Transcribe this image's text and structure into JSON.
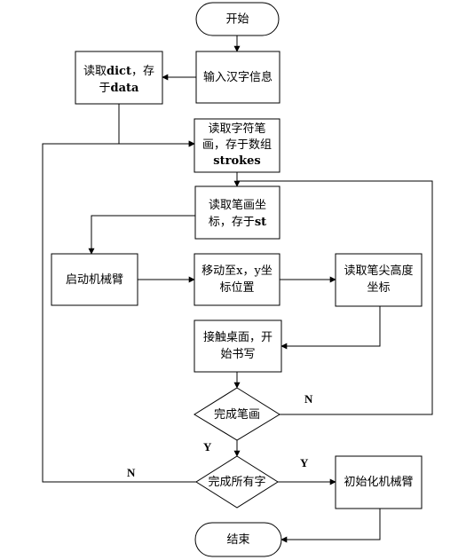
{
  "nodes": {
    "start": {
      "lines": [
        "开始"
      ]
    },
    "input_hanzi": {
      "lines": [
        "输入汉字信息"
      ]
    },
    "read_dict": {
      "lines": [
        [
          "读取",
          "dict",
          "，存"
        ],
        [
          "于",
          "data"
        ]
      ]
    },
    "read_strokes": {
      "lines": [
        [
          "读取字符笔"
        ],
        [
          "画，存于数组"
        ],
        [
          "strokes"
        ]
      ]
    },
    "read_stroke_coords": {
      "lines": [
        [
          "读取笔画坐"
        ],
        [
          "标，存于",
          "st"
        ]
      ]
    },
    "start_arm": {
      "lines": [
        "启动机械臂"
      ]
    },
    "move_xy": {
      "lines": [
        "移动至x，y坐",
        "标位置"
      ]
    },
    "read_pen_height": {
      "lines": [
        "读取笔尖高度",
        "坐标"
      ]
    },
    "touch_desk": {
      "lines": [
        "接触桌面，开",
        "始书写"
      ]
    },
    "stroke_done": {
      "lines": [
        "完成笔画"
      ]
    },
    "all_chars_done": {
      "lines": [
        "完成所有字"
      ]
    },
    "init_arm": {
      "lines": [
        "初始化机械臂"
      ]
    },
    "end": {
      "lines": [
        "结束"
      ]
    }
  },
  "edge_labels": {
    "stroke_done_no": "N",
    "stroke_done_yes": "Y",
    "all_chars_no": "N",
    "all_chars_yes": "Y"
  }
}
